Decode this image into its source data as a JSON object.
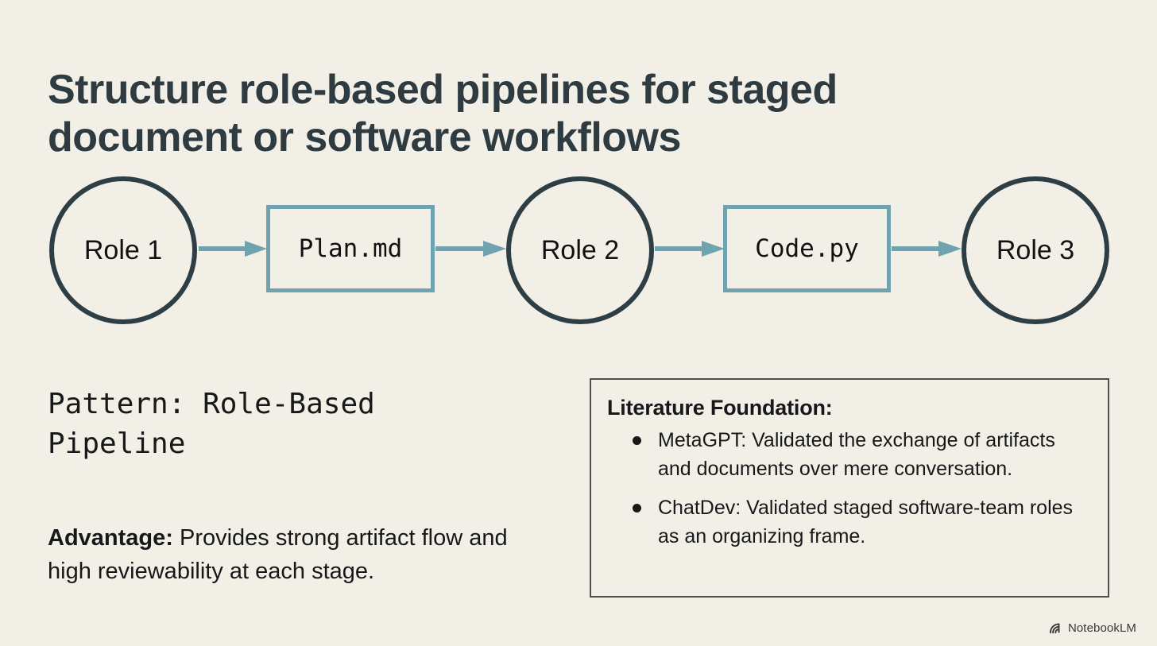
{
  "slide": {
    "title": "Structure role-based pipelines for staged document or software workflows",
    "background_color": "#f2efe6"
  },
  "colors": {
    "title_text": "#2e3b40",
    "circle_stroke": "#2d3e44",
    "artifact_border": "#6fa3b0",
    "arrow": "#6fa3b0",
    "box_border": "#51514c",
    "body_text": "#16181a"
  },
  "diagram": {
    "type": "pipeline-flow",
    "nodes": [
      {
        "id": "role1",
        "shape": "circle",
        "label": "Role 1"
      },
      {
        "id": "plan",
        "shape": "rectangle",
        "label": "Plan.md"
      },
      {
        "id": "role2",
        "shape": "circle",
        "label": "Role 2"
      },
      {
        "id": "code",
        "shape": "rectangle",
        "label": "Code.py"
      },
      {
        "id": "role3",
        "shape": "circle",
        "label": "Role 3"
      }
    ],
    "arrows": [
      {
        "from": "role1",
        "to": "plan"
      },
      {
        "from": "plan",
        "to": "role2"
      },
      {
        "from": "role2",
        "to": "code"
      },
      {
        "from": "code",
        "to": "role3"
      }
    ]
  },
  "left_column": {
    "pattern_label": "Pattern: Role-Based Pipeline",
    "advantage_lead": "Advantage:",
    "advantage_body": " Provides strong artifact flow and high reviewability at each stage."
  },
  "literature": {
    "heading": "Literature Foundation:",
    "items": [
      "MetaGPT: Validated the exchange of artifacts and documents over mere conversation.",
      "ChatDev: Validated staged software-team roles as an organizing frame."
    ]
  },
  "footer": {
    "watermark_text": "NotebookLM",
    "watermark_icon": "notebooklm-spiral-icon"
  }
}
